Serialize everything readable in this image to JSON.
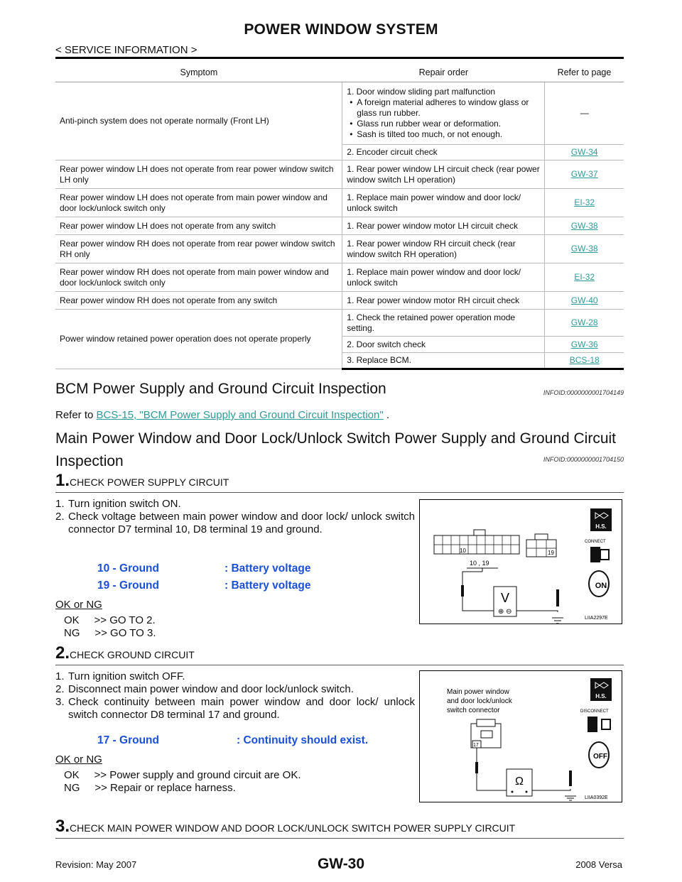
{
  "header": {
    "title": "POWER WINDOW SYSTEM",
    "section": "< SERVICE INFORMATION >"
  },
  "table": {
    "headers": [
      "Symptom",
      "Repair order",
      "Refer to page"
    ],
    "r1": {
      "symptom": "Anti-pinch system does not operate normally (Front LH)",
      "order1_title": "1. Door window sliding part malfunction",
      "order1_bullets": [
        "A foreign material adheres to window glass or glass run rubber.",
        "Glass run rubber wear or deformation.",
        "Sash is tilted too much, or not enough."
      ],
      "ref1": "—",
      "order2": "2. Encoder circuit check",
      "ref2": "GW-34"
    },
    "r2": {
      "symptom": "Rear power window LH does not operate from rear power window switch LH only",
      "order": "1. Rear power window LH circuit check (rear power window switch LH operation)",
      "ref": "GW-37"
    },
    "r3": {
      "symptom": "Rear power window LH does not operate from main power window and door lock/unlock switch only",
      "order": "1. Replace main power window and door lock/ unlock switch",
      "ref": "EI-32"
    },
    "r4": {
      "symptom": "Rear power window LH does not operate from any switch",
      "order": "1. Rear power window motor LH circuit check",
      "ref": "GW-38"
    },
    "r5": {
      "symptom": "Rear power window RH does not operate from rear power window switch RH only",
      "order": "1. Rear power window RH circuit check (rear window switch RH operation)",
      "ref": "GW-38"
    },
    "r6": {
      "symptom": "Rear power window RH does not operate from main power window and door lock/unlock switch only",
      "order": "1. Replace main power window and door lock/ unlock switch",
      "ref": "EI-32"
    },
    "r7": {
      "symptom": "Rear power window RH does not operate from any switch",
      "order": "1. Rear power window motor RH circuit check",
      "ref": "GW-40"
    },
    "r8": {
      "symptom": "Power window retained power operation does not operate properly",
      "order1": "1. Check the retained power operation mode setting.",
      "ref1": "GW-28",
      "order2": "2. Door switch check",
      "ref2": "GW-36",
      "order3": "3. Replace BCM.",
      "ref3": "BCS-18"
    }
  },
  "bcm": {
    "heading": "BCM Power Supply and Ground Circuit Inspection",
    "infoid": "INFOID:0000000001704149",
    "refer_prefix": "Refer to ",
    "refer_link": "BCS-15, \"BCM Power Supply and Ground Circuit Inspection\"",
    "refer_suffix": " ."
  },
  "main": {
    "heading_line1": "Main Power Window and Door Lock/Unlock Switch Power Supply and Ground Circuit",
    "heading_line2": "Inspection",
    "infoid": "INFOID:0000000001704150"
  },
  "step1": {
    "num": "1.",
    "title": "CHECK POWER SUPPLY CIRCUIT",
    "items": [
      "1.",
      "Turn ignition switch ON.",
      "2.",
      "Check voltage between main power window and door lock/ unlock switch connector D7 terminal 10, D8 terminal 19 and ground."
    ],
    "spec1_label": "10 - Ground",
    "spec1_value": ": Battery voltage",
    "spec2_label": "19 - Ground",
    "spec2_value": ": Battery voltage",
    "okng": "OK or NG",
    "ok": "OK     >> GO TO 2.",
    "ng": "NG     >> GO TO 3.",
    "fig": {
      "hs": "H.S.",
      "connect": "CONNECT",
      "on": "ON",
      "t10": "10",
      "t19": "19",
      "term": "10 , 19",
      "meter": "V",
      "id": "LIIA2297E"
    }
  },
  "step2": {
    "num": "2.",
    "title": "CHECK GROUND CIRCUIT",
    "items": [
      "1.",
      "Turn ignition switch OFF.",
      "2.",
      "Disconnect main power window and door lock/unlock switch.",
      "3.",
      "Check continuity between main power window and door lock/ unlock switch connector D8 terminal 17 and ground."
    ],
    "spec_label": "17 - Ground",
    "spec_value": ": Continuity should exist.",
    "okng": "OK or NG",
    "ok": "OK     >> Power supply and ground circuit are OK.",
    "ng": "NG     >> Repair or replace harness.",
    "fig": {
      "hs": "H.S.",
      "disconnect": "DISCONNECT",
      "off": "OFF",
      "caption1": "Main power window",
      "caption2": "and door lock/unlock",
      "caption3": "switch connector",
      "t17": "17",
      "meter": "Ω",
      "id": "LIIA0392E"
    }
  },
  "step3": {
    "num": "3.",
    "title": "CHECK MAIN POWER WINDOW AND DOOR LOCK/UNLOCK SWITCH POWER SUPPLY CIRCUIT"
  },
  "footer": {
    "revision": "Revision: May 2007",
    "page": "GW-30",
    "model": "2008 Versa"
  }
}
